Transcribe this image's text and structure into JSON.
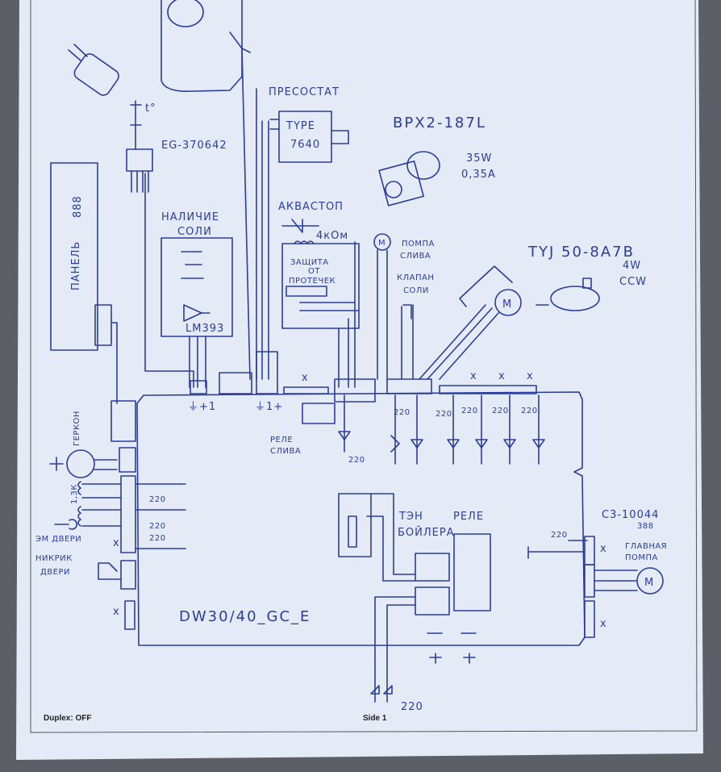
{
  "diagram": {
    "board_name": "DW30/40_GC_E",
    "labels": {
      "pressostat": "ПРЕСОСТАТ",
      "type": "TYPE",
      "type_num": "7640",
      "pump_model": "BPX2-187L",
      "pump_power": "35W",
      "pump_current": "0,35A",
      "sensor": "EG-370642",
      "temp": "t°",
      "salt": "НАЛИЧИЕ",
      "salt2": "СОЛИ",
      "comparator": "LM393",
      "panel": "ПАНЕЛЬ",
      "display": "888",
      "aquastop": "АКВАСТОП",
      "resistance": "4кОм",
      "leak1": "ЗАЩИТА",
      "leak2": "ОТ",
      "leak3": "ПРОТЕЧЕК",
      "drain_pump1": "ПОМПА",
      "drain_pump2": "СЛИВА",
      "salt_valve1": "КЛАПАН",
      "salt_valve2": "СОЛИ",
      "motor_model": "TYJ 50-8A7B",
      "motor_power": "4W",
      "motor_dir": "CCW",
      "motor": "M",
      "reed": "ГЕРКОН",
      "res13k": "1,3К",
      "door_lock": "ЭМ ДВЕРИ",
      "door_switch1": "НИКРИК",
      "door_switch2": "ДВЕРИ",
      "drain_relay1": "РЕЛЕ",
      "drain_relay2": "СЛИВА",
      "heater1": "ТЭН",
      "heater2": "БОЙЛЕРА",
      "relay": "РЕЛЕ",
      "main_pump_model": "C3-10044",
      "main_pump_sub": "388",
      "main_pump1": "ГЛАВНАЯ",
      "main_pump2": "ПОМПА",
      "v220": "220",
      "nc": "x",
      "gnd_plus1": "⏚+1",
      "gnd_plus2": "⏚1+"
    }
  },
  "print_footer": {
    "duplex": "Duplex: OFF",
    "side": "Side 1"
  }
}
